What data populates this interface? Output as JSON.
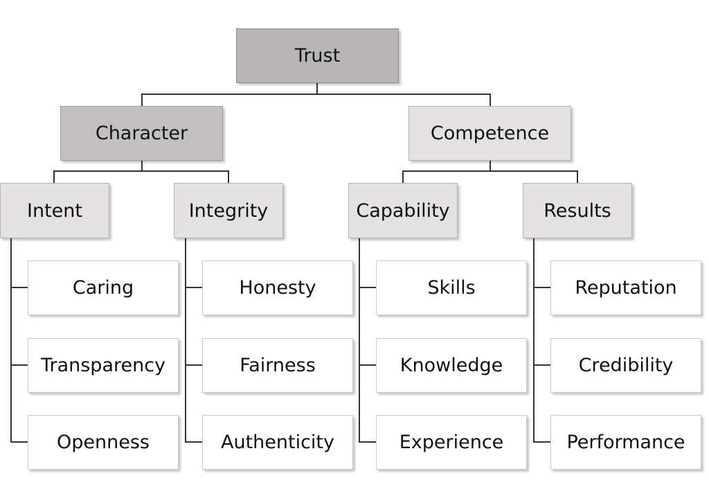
{
  "diagram": {
    "root": "Trust",
    "branches": [
      {
        "label": "Character",
        "groups": [
          {
            "label": "Intent",
            "items": [
              "Caring",
              "Transparency",
              "Openness"
            ]
          },
          {
            "label": "Integrity",
            "items": [
              "Honesty",
              "Fairness",
              "Authenticity"
            ]
          }
        ]
      },
      {
        "label": "Competence",
        "groups": [
          {
            "label": "Capability",
            "items": [
              "Skills",
              "Knowledge",
              "Experience"
            ]
          },
          {
            "label": "Results",
            "items": [
              "Reputation",
              "Credibility",
              "Performance"
            ]
          }
        ]
      }
    ],
    "colors": {
      "root": "#b8b5b6",
      "character": "#c3c0c1",
      "competence": "#e3e1e2",
      "group": "#e3e1e2",
      "leaf": "#ffffff",
      "connector": "#333333"
    }
  }
}
